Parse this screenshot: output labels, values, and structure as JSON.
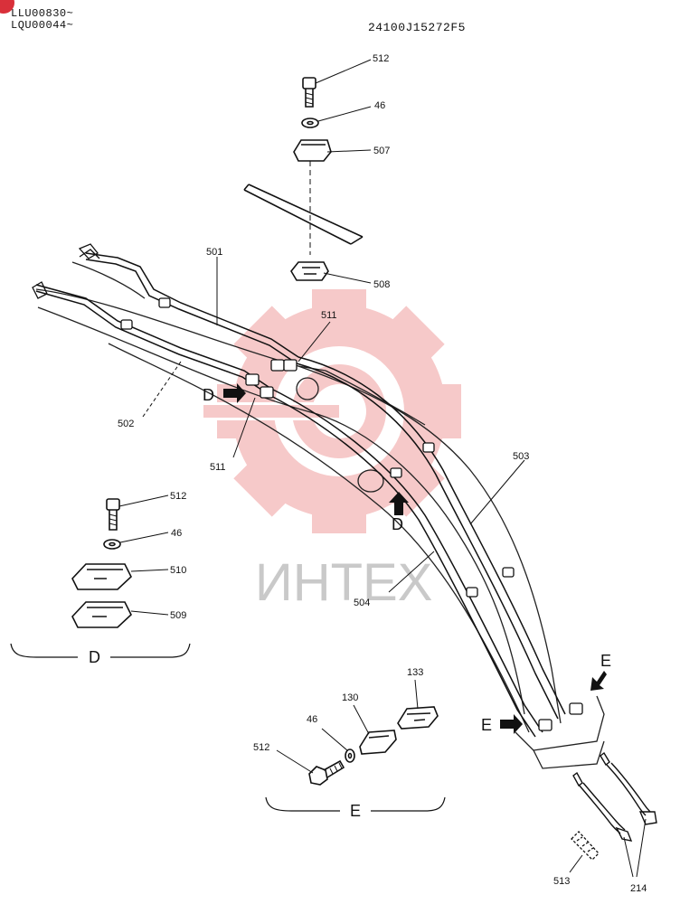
{
  "header": {
    "serial_line_1": "LLU00830~",
    "serial_line_2": "LQU00044~",
    "drawing_code": "24100J15272F5"
  },
  "watermark": {
    "text": "ИНТЕХ",
    "color": "#f4b7b7"
  },
  "parts": {
    "p512_top": "512",
    "p46_top": "46",
    "p507": "507",
    "p508": "508",
    "p501": "501",
    "p511_upper": "511",
    "p511_lower": "511",
    "p502": "502",
    "p503": "503",
    "p504": "504",
    "p512_d": "512",
    "p46_d": "46",
    "p510": "510",
    "p509": "509",
    "p133": "133",
    "p130": "130",
    "p46_e": "46",
    "p512_e": "512",
    "p513": "513",
    "p214": "214"
  },
  "views": {
    "d_view_label": "D",
    "e_view_label": "E",
    "arrow_d_left": "D",
    "arrow_d_right": "D",
    "arrow_e_top": "E",
    "arrow_e_left": "E"
  }
}
